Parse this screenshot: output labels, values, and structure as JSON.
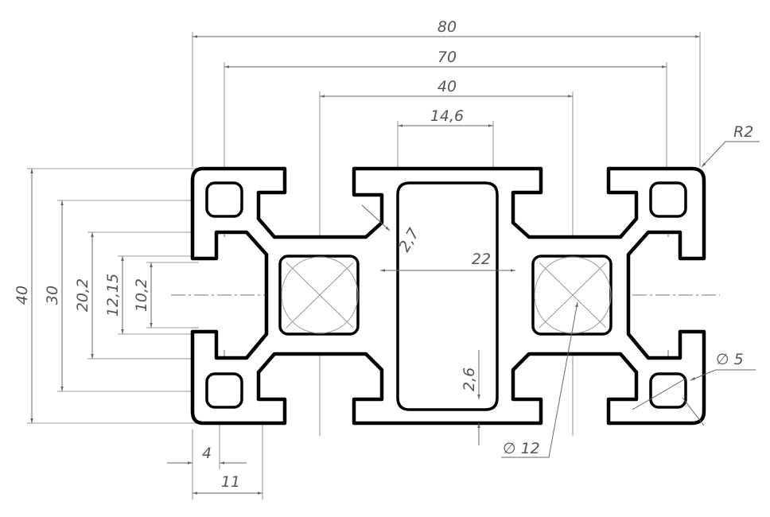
{
  "drawing": {
    "title": "80x40 aluminium T-slot profile cross-section",
    "dimensions": {
      "width_overall": "80",
      "width_slot_centers": "70",
      "core_spacing": "40",
      "center_cavity_width": "14,6",
      "corner_radius": "R2",
      "wall_thickness_diag": "2,7",
      "cavity_span": "22",
      "wall_thickness_bottom": "2,6",
      "core_diameter": "∅ 12",
      "corner_hole_diameter": "∅ 5",
      "height_overall": "40",
      "height_slot_centers": "30",
      "slot_inner_height": "20,2",
      "slot_lip_height": "12,15",
      "slot_opening": "10,2",
      "lip_thickness": "4",
      "slot_depth": "11"
    }
  }
}
